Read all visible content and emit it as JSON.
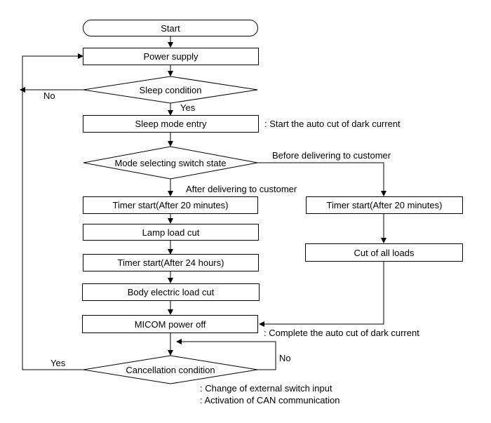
{
  "nodes": {
    "start": "Start",
    "power_supply": "Power supply",
    "sleep_condition": "Sleep condition",
    "sleep_mode_entry": "Sleep mode entry",
    "mode_selecting": "Mode selecting switch state",
    "timer_20_left": "Timer start(After 20 minutes)",
    "lamp_load_cut": "Lamp load cut",
    "timer_24": "Timer start(After 24 hours)",
    "body_electric_cut": "Body electric load cut",
    "micom_power_off": "MICOM power off",
    "cancellation_condition": "Cancellation condition",
    "timer_20_right": "Timer start(After 20 minutes)",
    "cut_all_loads": "Cut of all loads"
  },
  "labels": {
    "no_sleep": "No",
    "yes_sleep": "Yes",
    "after_delivering": "After delivering to customer",
    "before_delivering": "Before delivering to customer",
    "yes_cancel": "Yes",
    "no_cancel": "No"
  },
  "notes": {
    "start_auto_cut": ": Start the auto cut of dark current",
    "complete_auto_cut": ": Complete the auto cut of dark current",
    "change_switch": ": Change of external switch input",
    "activation_can": ": Activation of CAN communication"
  }
}
